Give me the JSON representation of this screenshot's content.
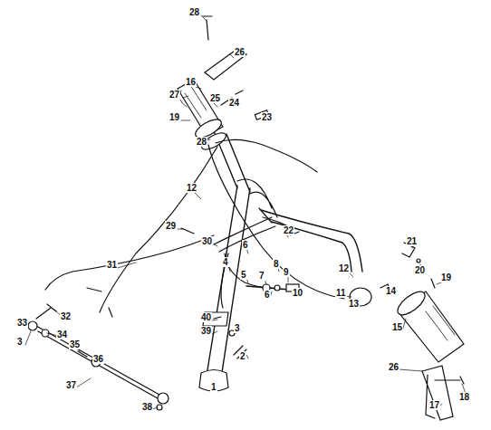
{
  "diagram": {
    "labels": [
      "28",
      "26",
      "16",
      "27",
      "25",
      "24",
      "23",
      "19",
      "28",
      "12",
      "22",
      "29",
      "30",
      "6",
      "31",
      "4",
      "5",
      "7",
      "8",
      "9",
      "6",
      "10",
      "12",
      "11",
      "13",
      "14",
      "21",
      "20",
      "19",
      "15",
      "40",
      "39",
      "3",
      "2",
      "1",
      "26",
      "18",
      "17",
      "33",
      "32",
      "34",
      "3",
      "35",
      "36",
      "37",
      "38"
    ]
  }
}
